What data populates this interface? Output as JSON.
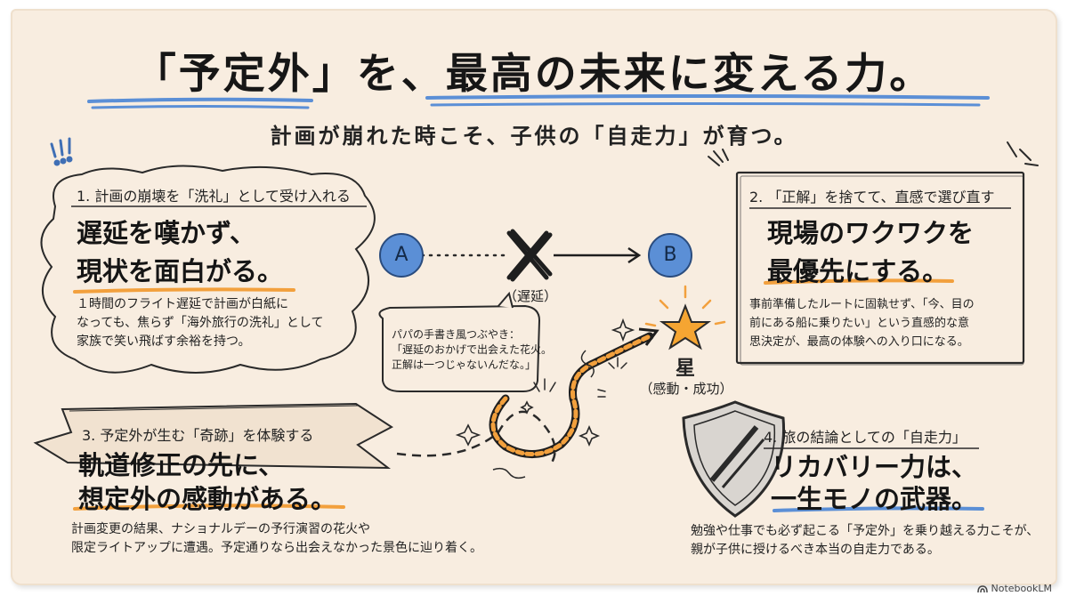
{
  "title": "「予定外」を、最高の未来に変える力。",
  "subtitle": "計画が崩れた時こそ、子供の「自走力」が育つ。",
  "section1": {
    "title": "1. 計画の崩壊を「洗礼」として受け入れる",
    "headline_line1": "遅延を嘆かず、",
    "headline_line2": "現状を面白がる。",
    "body_lines": [
      "１時間のフライト遅延で計画が白紙に",
      "なっても、焦らず「海外旅行の洗礼」として",
      "家族で笑い飛ばす余裕を持つ。"
    ]
  },
  "section2": {
    "title": "2. 「正解」を捨てて、直感で選び直す",
    "headline_line1": "現場のワクワクを",
    "headline_line2": "最優先にする。",
    "body_lines": [
      "事前準備したルートに固執せず、「今、目の",
      "前にある船に乗りたい」という直感的な意",
      "思決定が、最高の体験への入り口になる。"
    ]
  },
  "section3": {
    "title": "3. 予定外が生む「奇跡」を体験する",
    "headline_line1": "軌道修正の先に、",
    "headline_line2": "想定外の感動がある。",
    "body_lines": [
      "計画変更の結果、ナショナルデーの予行演習の花火や",
      "限定ライトアップに遭遇。予定通りなら出会えなかった景色に辿り着く。"
    ]
  },
  "section4": {
    "title": "4. 旅の結論としての「自走力」",
    "headline_line1": "リカバリー力は、",
    "headline_line2": "一生モノの武器。",
    "body_lines": [
      "勉強や仕事でも必ず起こる「予定外」を乗り越える力こそが、",
      "親が子供に授けるべき本当の自走力である。"
    ]
  },
  "diagram": {
    "node_a": "A",
    "node_b": "B",
    "delay_label": "（遅延）",
    "star_label": "星",
    "star_sub": "（感動・成功）",
    "bubble_lines": [
      "パパの手書き風つぶやき：",
      "「遅延のおかげで出会えた花火。",
      "正解は一つじゃないんだな。」"
    ]
  },
  "brand": "NotebookLM",
  "colors": {
    "paper": "#f8ede0",
    "accent_orange": "#f2a03d",
    "accent_blue": "#5b8fd6",
    "ink": "#1e1e1e"
  }
}
